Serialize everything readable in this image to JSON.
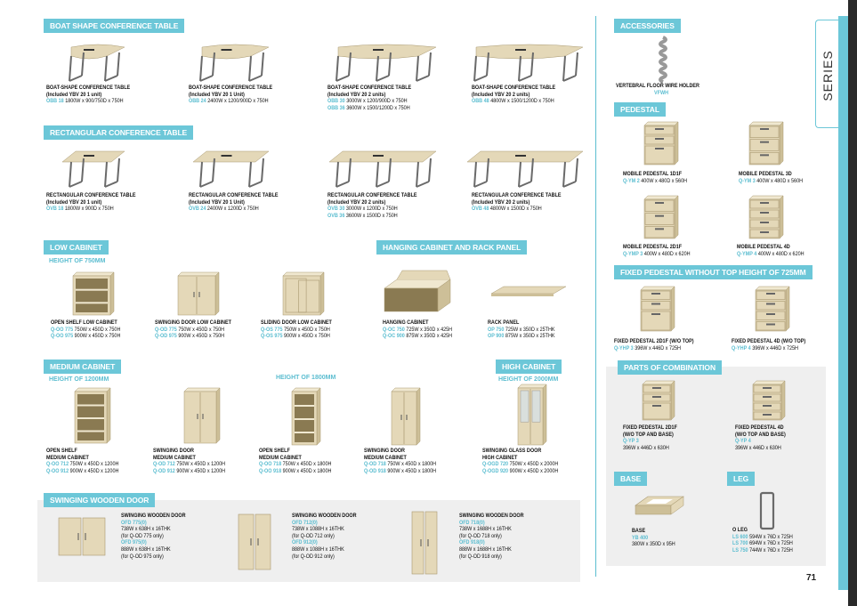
{
  "brand": {
    "series": "SERIES",
    "page_number": "71"
  },
  "sections": {
    "boat": "BOAT SHAPE CONFERENCE TABLE",
    "rect": "RECTANGULAR CONFERENCE TABLE",
    "low": "LOW CABINET",
    "low_sub": "HEIGHT OF 750MM",
    "hang": "HANGING  CABINET AND RACK PANEL",
    "medium": "MEDIUM CABINET",
    "medium_sub": "HEIGHT OF 1200MM",
    "medium_sub2": "HEIGHT OF 1800MM",
    "high": "HIGH CABINET",
    "high_sub": "HEIGHT OF 2000MM",
    "swing": "SWINGING WOODEN DOOR",
    "acc": "ACCESSORIES",
    "ped": "PEDESTAL",
    "fixed": "FIXED PEDESTAL WITHOUT TOP HEIGHT OF 725MM",
    "parts": "PARTS OF COMBINATION",
    "base": "BASE",
    "leg": "LEG"
  },
  "boat": [
    {
      "name": "BOAT-SHAPE CONFERENCE TABLE",
      "sub": "(Included YBV 20 1 unit)",
      "codes": [
        [
          "OBB 18",
          "1800W x 900/750D x 750H"
        ]
      ]
    },
    {
      "name": "BOAT-SHAPE CONFERENCE TABLE",
      "sub": "(Included YBV 20 1 Unit)",
      "codes": [
        [
          "OBB 24",
          "2400W x 1200/900D x 750H"
        ]
      ]
    },
    {
      "name": "BOAT-SHAPE CONFERENCE TABLE",
      "sub": "(Included YBV 20 2 units)",
      "codes": [
        [
          "OBB 30",
          "3000W x 1200/900D x 750H"
        ],
        [
          "OBB 36",
          "3600W x 1500/1200D x 750H"
        ]
      ]
    },
    {
      "name": "BOAT-SHAPE CONFERENCE TABLE",
      "sub": "(Included YBV 20 2 units)",
      "codes": [
        [
          "OBB 48",
          "4800W x 1500/1200D x 750H"
        ]
      ]
    }
  ],
  "rect": [
    {
      "name": "RECTANGULAR CONFERENCE TABLE",
      "sub": "(Included YBV 20 1 unit)",
      "codes": [
        [
          "OVB 18",
          "1800W x 900D x 750H"
        ]
      ]
    },
    {
      "name": "RECTANGULAR CONFERENCE TABLE",
      "sub": "(Included YBV 20 1 Unit)",
      "codes": [
        [
          "OVB 24",
          "2400W x 1200D x 750H"
        ]
      ]
    },
    {
      "name": "RECTANGULAR CONFERENCE TABLE",
      "sub": "(Included YBV 20 2 units)",
      "codes": [
        [
          "OVB 30",
          "3000W x 1200D x 750H"
        ],
        [
          "OVB 36",
          "3600W x 1500D x 750H"
        ]
      ]
    },
    {
      "name": "RECTANGULAR CONFERENCE TABLE",
      "sub": "(Included YBV 20 2 units)",
      "codes": [
        [
          "OVB 48",
          "4800W x 1500D x 750H"
        ]
      ]
    }
  ],
  "low": [
    {
      "name": "OPEN SHELF LOW CABINET",
      "codes": [
        [
          "Q-OO 775",
          "750W x 450D x 750H"
        ],
        [
          "Q-OO 975",
          "900W x 450D x 750H"
        ]
      ]
    },
    {
      "name": "SWINGING DOOR LOW CABINET",
      "codes": [
        [
          "Q-OD 775",
          "750W x 450D x 750H"
        ],
        [
          "Q-OD 975",
          "900W x 450D x 750H"
        ]
      ]
    },
    {
      "name": "SLIDING DOOR LOW CABINET",
      "codes": [
        [
          "Q-OS 775",
          "750W x 450D x 750H"
        ],
        [
          "Q-OS 975",
          "900W x 450D x 750H"
        ]
      ]
    },
    {
      "name": "HANGING CABINET",
      "codes": [
        [
          "Q-OC 750",
          "725W x 350D x 425H"
        ],
        [
          "Q-OC 900",
          "875W x 350D x 425H"
        ]
      ]
    },
    {
      "name": "RACK PANEL",
      "codes": [
        [
          "OP 750",
          "725W x 350D x 25THK"
        ],
        [
          "OP 900",
          "875W x 350D x 25THK"
        ]
      ]
    }
  ],
  "medium": [
    {
      "name": "OPEN SHELF",
      "name2": "MEDIUM CABINET",
      "codes": [
        [
          "Q-OO 712",
          "750W x 450D x 1200H"
        ],
        [
          "Q-OO 912",
          "900W x 450D x 1200H"
        ]
      ]
    },
    {
      "name": "SWINGING DOOR",
      "name2": "MEDIUM CABINET",
      "codes": [
        [
          "Q-OD 712",
          "750W x 450D x 1200H"
        ],
        [
          "Q-OD 912",
          "900W x 450D x 1200H"
        ]
      ]
    },
    {
      "name": "OPEN SHELF",
      "name2": "MEDIUM CABINET",
      "codes": [
        [
          "Q-OO 718",
          "750W x 450D x 1800H"
        ],
        [
          "Q-OO 918",
          "900W x 450D x 1800H"
        ]
      ]
    },
    {
      "name": "SWINGING DOOR",
      "name2": "MEDIUM CABINET",
      "codes": [
        [
          "Q-OD 718",
          "750W x 450D x 1800H"
        ],
        [
          "Q-OD 918",
          "900W x 450D x 1800H"
        ]
      ]
    },
    {
      "name": "SWINGING GLASS DOOR",
      "name2": "HIGH CABINET",
      "codes": [
        [
          "Q-OGD 720",
          "750W x 450D x 2000H"
        ],
        [
          "Q-OGD 920",
          "900W x 450D x 2000H"
        ]
      ]
    }
  ],
  "swing": [
    {
      "name": "SWINGING WOODEN DOOR",
      "items": [
        [
          "OFD 775(0)",
          "738W x 638H x 16THK",
          "(for Q-OD 775 only)"
        ],
        [
          "OFD 975(0)",
          "888W x 638H x 16THK",
          "(for Q-OD 975 only)"
        ]
      ]
    },
    {
      "name": "SWINGING WOODEN DOOR",
      "items": [
        [
          "OFD 712(0)",
          "738W x 1088H x 16THK",
          "(for Q-OD 712 only)"
        ],
        [
          "OFD 912(0)",
          "888W x 1088H x 16THK",
          "(for Q-OD 912 only)"
        ]
      ]
    },
    {
      "name": "SWINGING WOODEN DOOR",
      "items": [
        [
          "OFD 718(0)",
          "738W x 1688H x 16THK",
          "(for Q-OD 718 only)"
        ],
        [
          "OFD 918(0)",
          "888W x 1688H x 16THK",
          "(for Q-OD 918 only)"
        ]
      ]
    }
  ],
  "acc": {
    "name": "VERTEBRAL FLOOR WIRE HOLDER",
    "code": "VFWH"
  },
  "ped": [
    {
      "name": "MOBILE PEDESTAL 1D1F",
      "code": "Q-YM 2",
      "dim": "400W x 480D x 560H"
    },
    {
      "name": "MOBILE PEDESTAL 3D",
      "code": "Q-YM 3",
      "dim": "400W x 480D x 560H"
    },
    {
      "name": "MOBILE PEDESTAL 2D1F",
      "code": "Q-YMP 3",
      "dim": "400W x 480D x 620H"
    },
    {
      "name": "MOBILE PEDESTAL 4D",
      "code": "Q-YMP 4",
      "dim": "400W x 480D x 620H"
    }
  ],
  "fixed": [
    {
      "name": "FIXED PEDESTAL 2D1F (W/O TOP)",
      "code": "Q-YHP 3",
      "dim": "396W x 446D x 725H"
    },
    {
      "name": "FIXED PEDESTAL 4D (W/O TOP)",
      "code": "Q-YHP 4",
      "dim": "396W x 446D x 725H"
    }
  ],
  "parts": [
    {
      "name": "FIXED PEDESTAL 2D1F",
      "name2": "(W/O TOP AND BASE)",
      "code": "Q-YP 3",
      "dim": "396W x 446D x 630H"
    },
    {
      "name": "FIXED PEDESTAL 4D",
      "name2": "(W/O TOP AND BASE)",
      "code": "Q-YP 4",
      "dim": "396W x 446D x 630H"
    }
  ],
  "base_item": {
    "name": "BASE",
    "code": "YB 400",
    "dim": "380W x 350D x 95H"
  },
  "leg_item": {
    "name": "O LEG",
    "codes": [
      [
        "LS 600",
        "594W x 76D x 725H"
      ],
      [
        "LS 700",
        "694W x 76D x 725H"
      ],
      [
        "LS 750",
        "744W x 76D x 725H"
      ]
    ]
  },
  "colors": {
    "accent": "#6cc7d8",
    "wood": "#e4d8b8",
    "metal": "#6a6a6a"
  }
}
